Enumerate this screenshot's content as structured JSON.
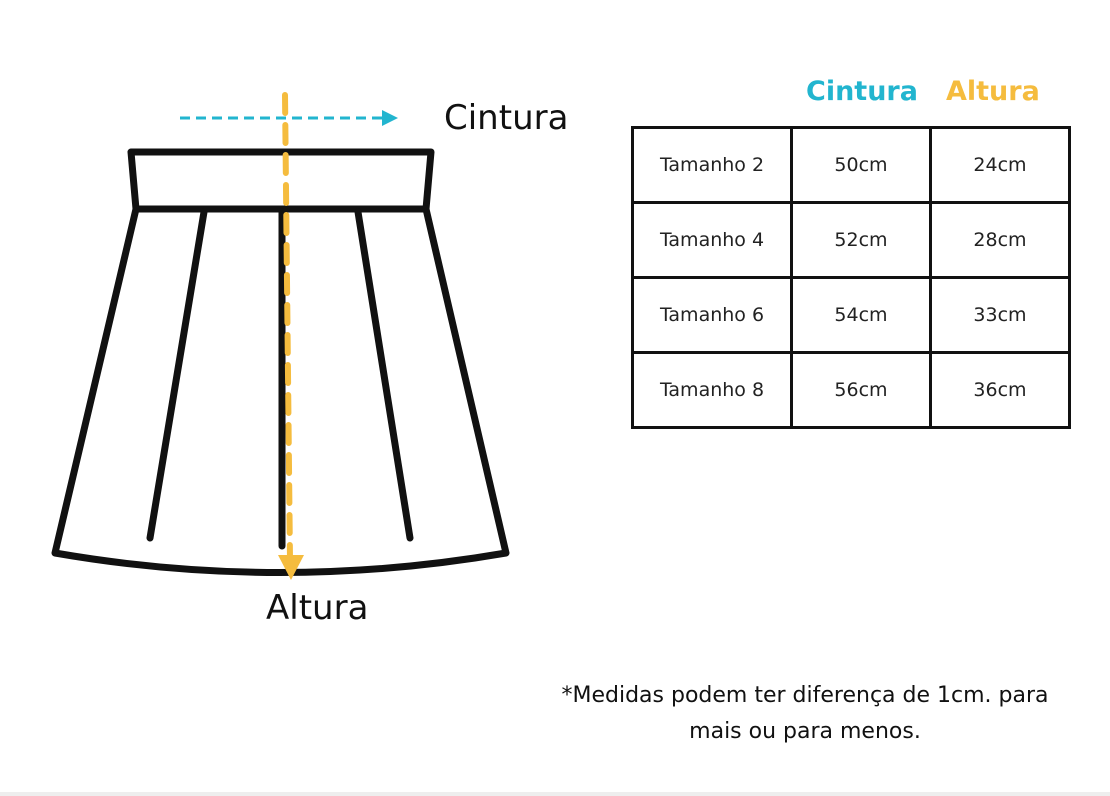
{
  "diagram": {
    "waist_label": "Cintura",
    "length_label": "Altura",
    "colors": {
      "waist": "#22b5cf",
      "length": "#f5bc3e",
      "outline": "#111111"
    }
  },
  "table": {
    "headers": [
      "Cintura",
      "Altura"
    ],
    "rows": [
      {
        "size": "Tamanho 2",
        "waist": "50cm",
        "length": "24cm"
      },
      {
        "size": "Tamanho 4",
        "waist": "52cm",
        "length": "28cm"
      },
      {
        "size": "Tamanho 6",
        "waist": "54cm",
        "length": "33cm"
      },
      {
        "size": "Tamanho 8",
        "waist": "56cm",
        "length": "36cm"
      }
    ]
  },
  "note": {
    "line1": "*Medidas podem ter diferença de 1cm. para",
    "line2": "mais ou para menos."
  }
}
